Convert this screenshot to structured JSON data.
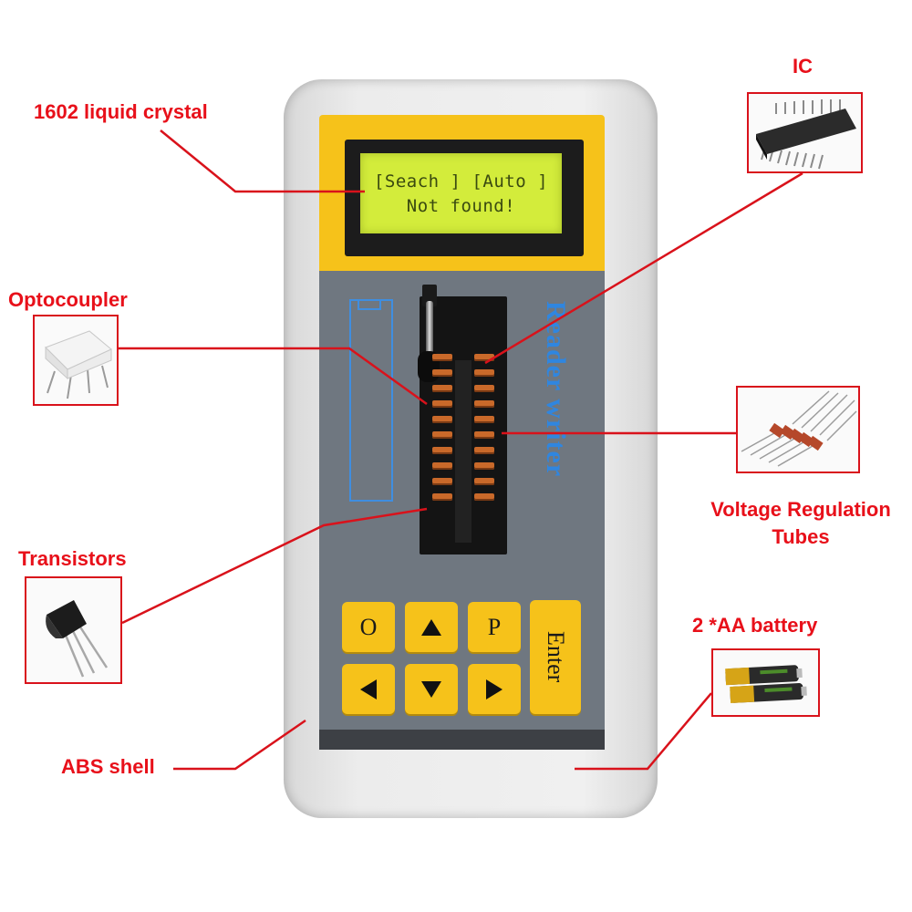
{
  "device": {
    "lcd_line1": "[Seach ] [Auto ]",
    "lcd_line2": "Not found!",
    "brand_text": "Reader writer",
    "keys": {
      "o": "O",
      "p": "P",
      "enter": "Enter",
      "up_icon": "triangle-up",
      "down_icon": "triangle-down",
      "left_icon": "triangle-left",
      "right_icon": "triangle-right"
    }
  },
  "callouts": {
    "lcd": "1602 liquid crystal",
    "ic": "IC",
    "optocoupler": "Optocoupler",
    "voltage_regulation_line1": "Voltage Regulation",
    "voltage_regulation_line2": "Tubes",
    "transistors": "Transistors",
    "battery": "2 *AA battery",
    "abs_shell": "ABS shell"
  },
  "colors": {
    "callout_red": "#e8101a",
    "device_yellow": "#f6c21a",
    "lcd_green": "#d3ec3b",
    "brand_blue": "#2f86e0",
    "panel_grey": "#6f7780"
  }
}
